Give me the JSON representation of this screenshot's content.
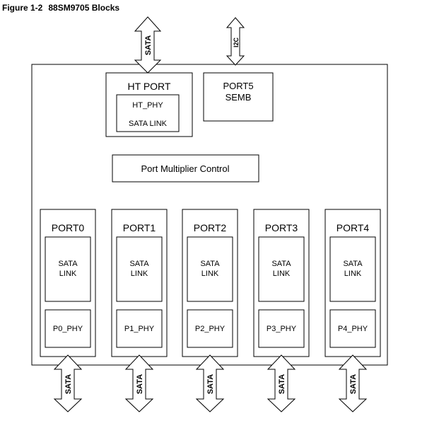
{
  "figure": {
    "label": "Figure 1-2",
    "title": "88SM9705 Blocks"
  },
  "top_interfaces": {
    "sata": "SATA",
    "i2c": "I2C"
  },
  "ht_port": {
    "title": "HT PORT",
    "phy": "HT_PHY",
    "link": "SATA LINK"
  },
  "port5": {
    "line1": "PORT5",
    "line2": "SEMB"
  },
  "pm_control": "Port Multiplier Control",
  "ports": [
    {
      "name": "PORT0",
      "link_line1": "SATA",
      "link_line2": "LINK",
      "phy": "P0_PHY",
      "interface": "SATA"
    },
    {
      "name": "PORT1",
      "link_line1": "SATA",
      "link_line2": "LINK",
      "phy": "P1_PHY",
      "interface": "SATA"
    },
    {
      "name": "PORT2",
      "link_line1": "SATA",
      "link_line2": "LINK",
      "phy": "P2_PHY",
      "interface": "SATA"
    },
    {
      "name": "PORT3",
      "link_line1": "SATA",
      "link_line2": "LINK",
      "phy": "P3_PHY",
      "interface": "SATA"
    },
    {
      "name": "PORT4",
      "link_line1": "SATA",
      "link_line2": "LINK",
      "phy": "P4_PHY",
      "interface": "SATA"
    }
  ]
}
